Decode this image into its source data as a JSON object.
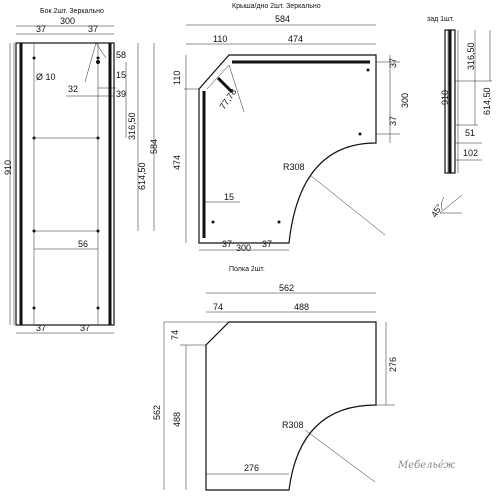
{
  "side_panel": {
    "caption": "Бок 2шт. Зеркально",
    "width": "300",
    "top_left": "37",
    "top_right": "37",
    "bottom_left": "37",
    "bottom_right": "37",
    "height": "910",
    "hole_dia": "Ø 10",
    "d58": "58",
    "d15": "15",
    "d32": "32",
    "d39": "39",
    "d316": "316,50",
    "d584": "584",
    "d614": "614,50",
    "d56": "56"
  },
  "roof_panel": {
    "caption": "Крыша/дно 2шт. Зеркально",
    "width": "584",
    "d110_top": "110",
    "d474_top": "474",
    "d110_left": "110",
    "d474_left": "474",
    "diag": "77,78",
    "radius": "R308",
    "d15": "15",
    "bottom_37a": "37",
    "bottom_300": "300",
    "bottom_37b": "37",
    "right_37a": "37",
    "right_300": "300",
    "right_37b": "37"
  },
  "back_panel": {
    "caption": "зад 1шт.",
    "height": "910",
    "d316": "316,50",
    "d614": "614,50",
    "d51": "51",
    "d102": "102",
    "angle": "45°"
  },
  "shelf_panel": {
    "caption": "Полка 2шт.",
    "width": "562",
    "d74_top": "74",
    "d488_top": "488",
    "d74_left": "74",
    "height": "562",
    "d488_left": "488",
    "d276_right": "276",
    "d276_bottom": "276",
    "radius": "R308"
  },
  "logo": "Мебельéж"
}
